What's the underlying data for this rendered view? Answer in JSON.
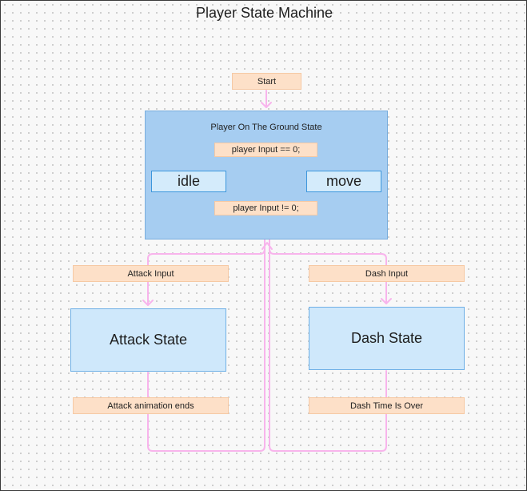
{
  "diagram": {
    "title": "Player State Machine",
    "start_label": "Start",
    "ground_state": {
      "title": "Player On The Ground State",
      "idle": "idle",
      "move": "move",
      "to_move_condition": "player Input == 0;",
      "to_idle_condition": "player Input != 0;"
    },
    "attack": {
      "trigger": "Attack Input",
      "state": "Attack State",
      "exit": "Attack animation ends"
    },
    "dash": {
      "trigger": "Dash Input",
      "state": "Dash State",
      "exit": "Dash Time Is Over"
    },
    "colors": {
      "connector": "#f8b4ec",
      "container": "#a6cdf1",
      "state": "#cfe8fb",
      "label": "#fde0c8"
    }
  }
}
